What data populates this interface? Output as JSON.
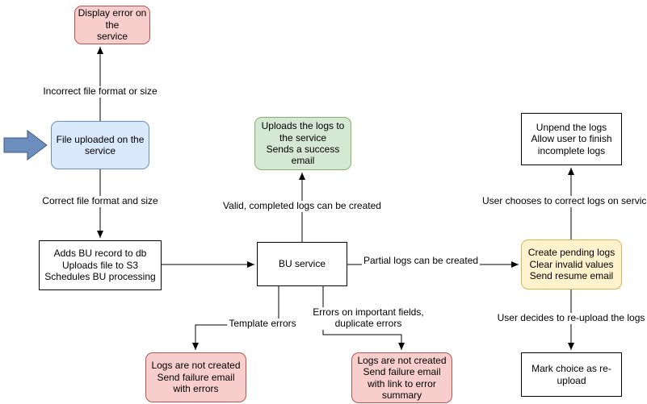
{
  "colors": {
    "pink_fill": "#f8cecc",
    "pink_border": "#b85450",
    "blue_fill": "#dae8fc",
    "blue_border": "#6c8ebf",
    "green_fill": "#d5e8d4",
    "green_border": "#82b366",
    "yellow_fill": "#fff2cc",
    "yellow_border": "#d6b656",
    "white_fill": "#ffffff",
    "node_border": "#000000",
    "connector": "#000000",
    "arrow_fill": "#6c8ebf",
    "arrow_border": "#3f5a7d"
  },
  "nodes": {
    "display_error": {
      "text": "Display error on the\nservice"
    },
    "file_uploaded": {
      "text": "File uploaded on the\nservice"
    },
    "process_upload": {
      "text": "Adds BU record to db\nUploads file to S3\nSchedules BU processing"
    },
    "bu_service": {
      "text": "BU service"
    },
    "success_logs": {
      "text": "Uploads the logs to\nthe service\nSends a success\nemail"
    },
    "pending_logs": {
      "text": "Create pending logs\nClear invalid values\nSend resume email"
    },
    "unpend_logs": {
      "text": "Unpend the logs\nAllow user to finish\nincomplete logs"
    },
    "mark_reupload": {
      "text": "Mark choice as re-\nupload"
    },
    "fail_template": {
      "text": "Logs are not created\nSend failure email\nwith errors"
    },
    "fail_fields": {
      "text": "Logs are not created\nSend failure email\nwith link to error\nsummary"
    }
  },
  "edge_labels": {
    "incorrect": "Incorrect file format or size",
    "correct": "Correct file format and size",
    "valid": "Valid, completed logs can be created",
    "partial": "Partial logs can be created",
    "correct_on_service": "User chooses to correct logs on service",
    "reupload": "User decides to re-upload the logs",
    "template_errors": "Template errors",
    "field_errors": "Errors on important fields,\nduplicate errors"
  }
}
